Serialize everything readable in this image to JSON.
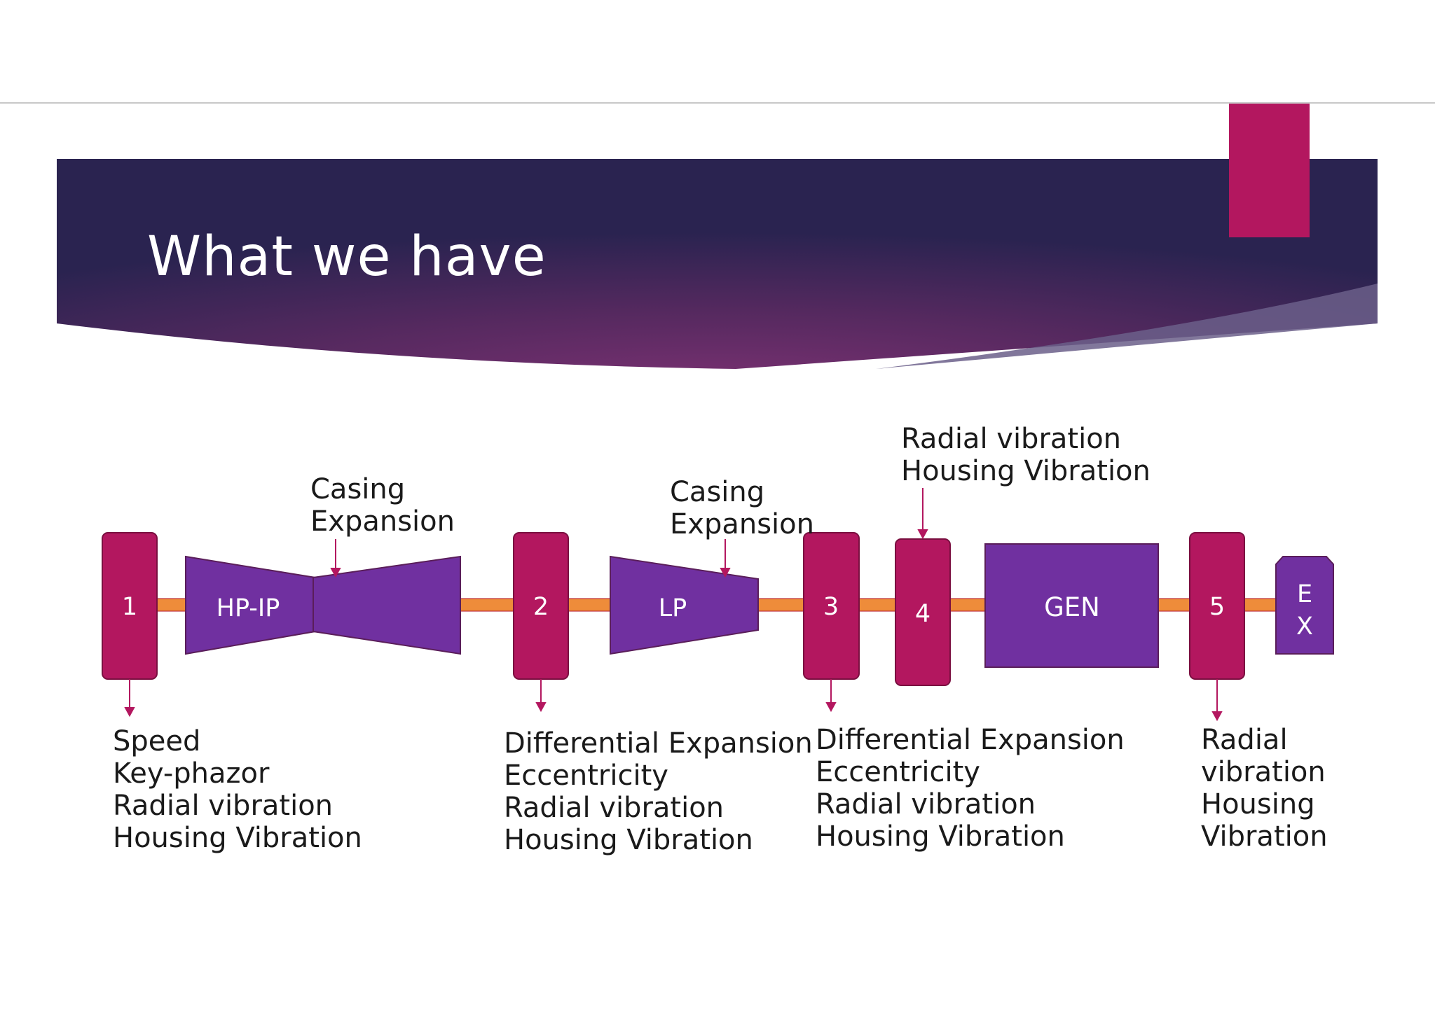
{
  "slide": {
    "title": "What we have"
  },
  "colors": {
    "banner_dark": "#2b2350",
    "banner_mid": "#6a2e68",
    "bearing": "#b3175f",
    "turbine": "#7030a0",
    "shaft": "#ee8c3a",
    "arrow": "#b3175f",
    "accent_tab": "#b3175f"
  },
  "diagram": {
    "bearings": [
      {
        "id": "1",
        "label": "1"
      },
      {
        "id": "2",
        "label": "2"
      },
      {
        "id": "3",
        "label": "3"
      },
      {
        "id": "4",
        "label": "4"
      },
      {
        "id": "5",
        "label": "5"
      }
    ],
    "components": {
      "hp_ip": "HP-IP",
      "lp": "LP",
      "gen": "GEN",
      "ex_line1": "E",
      "ex_line2": "X"
    },
    "annotations": {
      "casing_hpip": [
        "Casing",
        "Expansion"
      ],
      "casing_lp": [
        "Casing",
        "Expansion"
      ],
      "bearing4_top": [
        "Radial vibration",
        "Housing Vibration"
      ],
      "bearing1_bottom": [
        "Speed",
        "Key-phazor",
        "Radial vibration",
        "Housing Vibration"
      ],
      "bearing2_bottom": [
        "Differential Expansion",
        "Eccentricity",
        "Radial vibration",
        "Housing Vibration"
      ],
      "bearing3_bottom": [
        "Differential Expansion",
        "Eccentricity",
        "Radial vibration",
        "Housing Vibration"
      ],
      "bearing5_bottom": [
        "Radial",
        "vibration",
        "Housing",
        "Vibration"
      ]
    }
  }
}
